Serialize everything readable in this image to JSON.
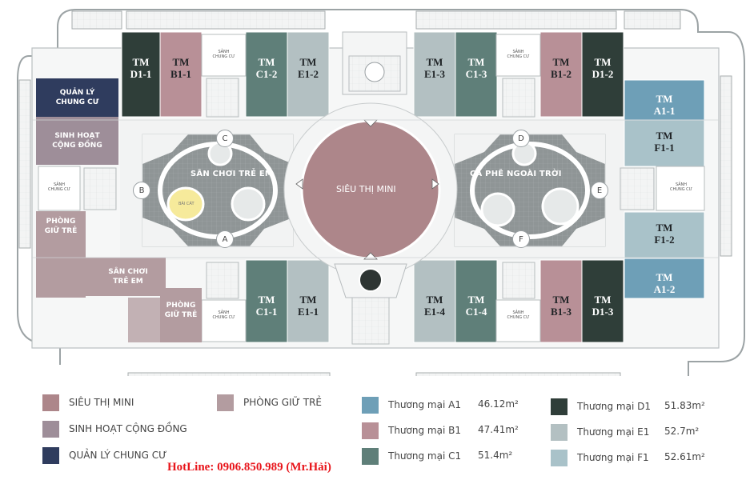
{
  "colors": {
    "sieu_thi": "#ad868a",
    "sinh_hoat": "#9e8e99",
    "quan_ly": "#2f3c5e",
    "phong_giu_tre": "#b39ca0",
    "a1": "#6e9fb7",
    "b1": "#b89097",
    "c1": "#5f7f79",
    "d1": "#2f3e39",
    "e1": "#b3c0c2",
    "f1": "#a9c2c9",
    "corridor": "#eef0ef",
    "garden": "#8e9495",
    "hotline": "#e8151b"
  },
  "units_top": [
    {
      "id": "d1-1",
      "label": "TM\nD1-1",
      "color": "d1",
      "dark": true
    },
    {
      "id": "b1-1",
      "label": "TM\nB1-1",
      "color": "b1",
      "dark": false
    },
    {
      "id": "c1-2",
      "label": "TM\nC1-2",
      "color": "c1",
      "dark": true
    },
    {
      "id": "e1-2",
      "label": "TM\nE1-2",
      "color": "e1",
      "dark": false
    },
    {
      "id": "e1-3",
      "label": "TM\nE1-3",
      "color": "e1",
      "dark": false
    },
    {
      "id": "c1-3",
      "label": "TM\nC1-3",
      "color": "c1",
      "dark": true
    },
    {
      "id": "b1-2",
      "label": "TM\nB1-2",
      "color": "b1",
      "dark": false
    },
    {
      "id": "d1-2",
      "label": "TM\nD1-2",
      "color": "d1",
      "dark": true
    }
  ],
  "units_bottom": [
    {
      "id": "c1-1",
      "label": "TM\nC1-1",
      "color": "c1",
      "dark": true
    },
    {
      "id": "e1-1",
      "label": "TM\nE1-1",
      "color": "e1",
      "dark": false
    },
    {
      "id": "e1-4",
      "label": "TM\nE1-4",
      "color": "e1",
      "dark": false
    },
    {
      "id": "c1-4",
      "label": "TM\nC1-4",
      "color": "c1",
      "dark": true
    },
    {
      "id": "b1-3",
      "label": "TM\nB1-3",
      "color": "b1",
      "dark": false
    },
    {
      "id": "d1-3",
      "label": "TM\nD1-3",
      "color": "d1",
      "dark": true
    }
  ],
  "units_right": [
    {
      "id": "a1-1",
      "label": "TM\nA1-1",
      "color": "a1",
      "dark": true
    },
    {
      "id": "f1-1",
      "label": "TM\nF1-1",
      "color": "f1",
      "dark": false
    },
    {
      "id": "f1-2",
      "label": "TM\nF1-2",
      "color": "f1",
      "dark": false
    },
    {
      "id": "a1-2",
      "label": "TM\nA1-2",
      "color": "a1",
      "dark": true
    }
  ],
  "rooms_left": {
    "quan_ly": "QUẢN LÝ\nCHUNG CƯ",
    "sinh_hoat": "SINH HOẠT\nCỘNG ĐỒNG",
    "phong_giu_tre_1": "PHÒNG\nGIỮ TRẺ",
    "san_choi_small": "SÂN CHƠI\nTRẺ EM",
    "phong_giu_tre_2": "PHÒNG\nGIỮ TRẺ"
  },
  "areas": {
    "san_choi": "SÂN CHƠI TRẺ EM",
    "sieu_thi": "SIÊU THỊ MINI",
    "ca_phe": "CÀ PHÊ NGOÀI TRỜI",
    "ban_cat": "BÃI CÁT"
  },
  "zones": {
    "a": "A",
    "b": "B",
    "c": "C",
    "d": "D",
    "e": "E",
    "f": "F"
  },
  "tiny": {
    "sanh": "SẢNH\nCHUNG CƯ"
  },
  "legend": [
    {
      "label": "SIÊU THỊ MINI",
      "color": "sieu_thi",
      "area": ""
    },
    {
      "label": "SINH HOẠT CỘNG ĐỒNG",
      "color": "sinh_hoat",
      "area": ""
    },
    {
      "label": "QUẢN LÝ CHUNG CƯ",
      "color": "quan_ly",
      "area": ""
    },
    {
      "label": "PHÒNG GIỮ TRẺ",
      "color": "phong_giu_tre",
      "area": ""
    },
    {
      "label": "Thương mại A1",
      "color": "a1",
      "area": "46.12m²"
    },
    {
      "label": "Thương mại B1",
      "color": "b1",
      "area": "47.41m²"
    },
    {
      "label": "Thương mại C1",
      "color": "c1",
      "area": "51.4m²"
    },
    {
      "label": "Thương mại D1",
      "color": "d1",
      "area": "51.83m²"
    },
    {
      "label": "Thương mại E1",
      "color": "e1",
      "area": "52.7m²"
    },
    {
      "label": "Thương mại F1",
      "color": "f1",
      "area": "52.61m²"
    }
  ],
  "hotline": "HotLine: 0906.850.989 (Mr.Hải)"
}
